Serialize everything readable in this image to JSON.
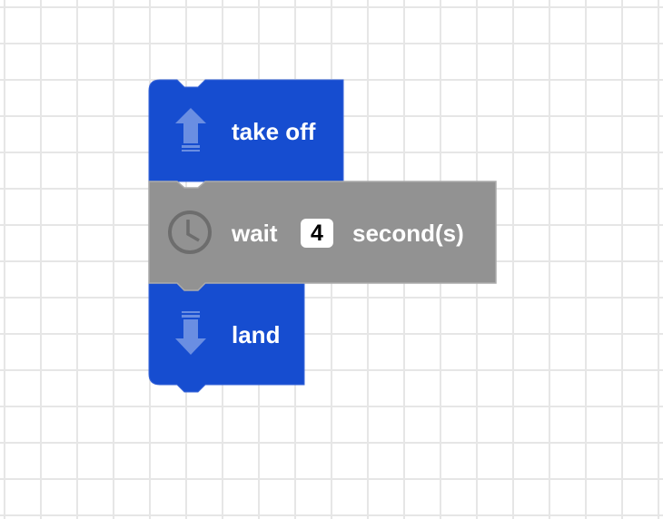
{
  "blocks": [
    {
      "type": "takeoff",
      "icon": "arrow-up-icon",
      "label": "take off",
      "color": "#164dd0"
    },
    {
      "type": "wait",
      "icon": "clock-icon",
      "label": "wait",
      "value": "4",
      "unit": "second(s)",
      "color": "#929292"
    },
    {
      "type": "land",
      "icon": "arrow-down-icon",
      "label": "land",
      "color": "#164dd0"
    }
  ]
}
